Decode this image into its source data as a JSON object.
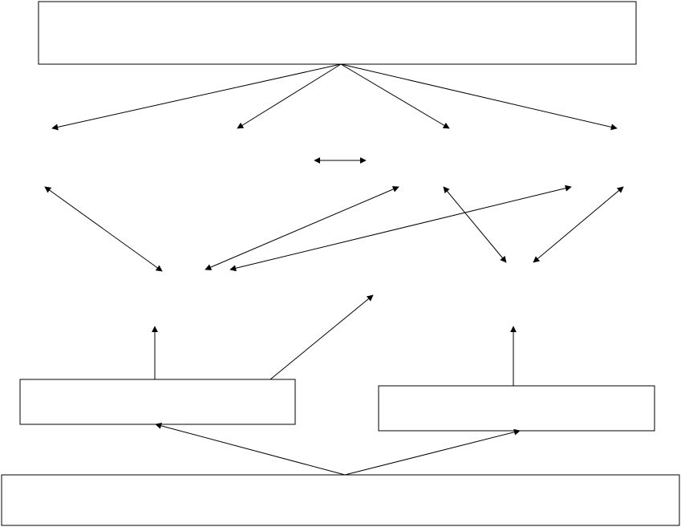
{
  "diagram": {
    "colors": {
      "background": "#ffffff",
      "stroke": "#000000"
    },
    "boxes": [
      {
        "id": "top-box",
        "label": ""
      },
      {
        "id": "left-lower-box",
        "label": ""
      },
      {
        "id": "right-lower-box",
        "label": ""
      },
      {
        "id": "bottom-box",
        "label": ""
      }
    ]
  }
}
